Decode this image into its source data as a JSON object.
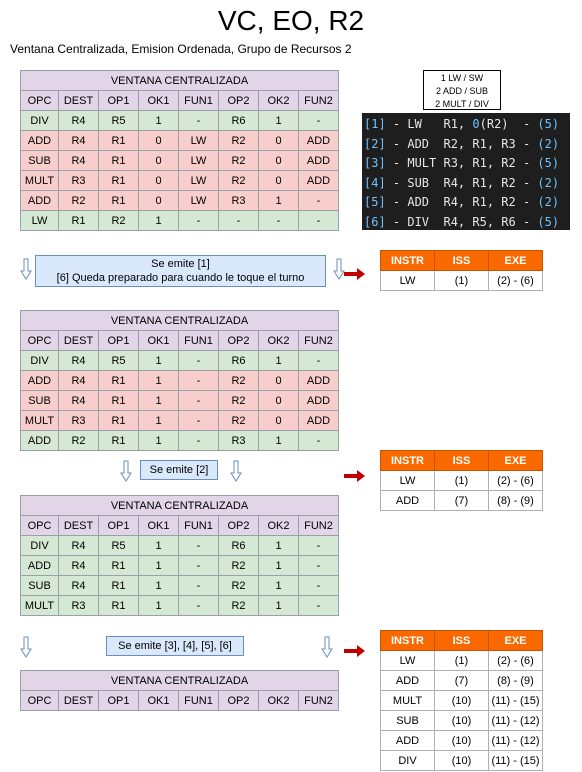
{
  "title": "VC, EO, R2",
  "subtitle": "Ventana Centralizada, Emision Ordenada, Grupo de Recursos 2",
  "legend": [
    "1 LW / SW",
    "2 ADD / SUB",
    "2 MULT / DIV"
  ],
  "code": [
    {
      "idx": "[1]",
      "text": " - LW   R1, ",
      "zero": "0",
      "rest": "(R2)  - ",
      "lat": "(5)"
    },
    {
      "idx": "[2]",
      "text": " - ADD  R2, R1, R3 - ",
      "zero": "",
      "rest": "",
      "lat": "(2)"
    },
    {
      "idx": "[3]",
      "text": " - MULT R3, R1, R2 - ",
      "zero": "",
      "rest": "",
      "lat": "(5)"
    },
    {
      "idx": "[4]",
      "text": " - SUB  R4, R1, R2 - ",
      "zero": "",
      "rest": "",
      "lat": "(2)"
    },
    {
      "idx": "[5]",
      "text": " - ADD  R4, R1, R2 - ",
      "zero": "",
      "rest": "",
      "lat": "(2)"
    },
    {
      "idx": "[6]",
      "text": " - DIV  R4, R5, R6 - ",
      "zero": "",
      "rest": "",
      "lat": "(5)"
    }
  ],
  "window_title": "VENTANA CENTRALIZADA",
  "window_headers": [
    "OPC",
    "DEST",
    "OP1",
    "OK1",
    "FUN1",
    "OP2",
    "OK2",
    "FUN2"
  ],
  "windows": [
    {
      "rows": [
        {
          "c": "g",
          "cells": [
            "DIV",
            "R4",
            "R5",
            "1",
            "-",
            "R6",
            "1",
            "-"
          ]
        },
        {
          "c": "r",
          "cells": [
            "ADD",
            "R4",
            "R1",
            "0",
            "LW",
            "R2",
            "0",
            "ADD"
          ]
        },
        {
          "c": "r",
          "cells": [
            "SUB",
            "R4",
            "R1",
            "0",
            "LW",
            "R2",
            "0",
            "ADD"
          ]
        },
        {
          "c": "r",
          "cells": [
            "MULT",
            "R3",
            "R1",
            "0",
            "LW",
            "R2",
            "0",
            "ADD"
          ]
        },
        {
          "c": "r",
          "cells": [
            "ADD",
            "R2",
            "R1",
            "0",
            "LW",
            "R3",
            "1",
            "-"
          ]
        },
        {
          "c": "g",
          "cells": [
            "LW",
            "R1",
            "R2",
            "1",
            "-",
            "-",
            "-",
            "-"
          ]
        }
      ]
    },
    {
      "rows": [
        {
          "c": "g",
          "cells": [
            "DIV",
            "R4",
            "R5",
            "1",
            "-",
            "R6",
            "1",
            "-"
          ]
        },
        {
          "c": "r",
          "cells": [
            "ADD",
            "R4",
            "R1",
            "1",
            "-",
            "R2",
            "0",
            "ADD"
          ]
        },
        {
          "c": "r",
          "cells": [
            "SUB",
            "R4",
            "R1",
            "1",
            "-",
            "R2",
            "0",
            "ADD"
          ]
        },
        {
          "c": "r",
          "cells": [
            "MULT",
            "R3",
            "R1",
            "1",
            "-",
            "R2",
            "0",
            "ADD"
          ]
        },
        {
          "c": "g",
          "cells": [
            "ADD",
            "R2",
            "R1",
            "1",
            "-",
            "R3",
            "1",
            "-"
          ]
        }
      ]
    },
    {
      "rows": [
        {
          "c": "g",
          "cells": [
            "DIV",
            "R4",
            "R5",
            "1",
            "-",
            "R6",
            "1",
            "-"
          ]
        },
        {
          "c": "g",
          "cells": [
            "ADD",
            "R4",
            "R1",
            "1",
            "-",
            "R2",
            "1",
            "-"
          ]
        },
        {
          "c": "g",
          "cells": [
            "SUB",
            "R4",
            "R1",
            "1",
            "-",
            "R2",
            "1",
            "-"
          ]
        },
        {
          "c": "g",
          "cells": [
            "MULT",
            "R3",
            "R1",
            "1",
            "-",
            "R2",
            "1",
            "-"
          ]
        }
      ]
    },
    {
      "rows": []
    }
  ],
  "notes": [
    {
      "lines": [
        "Se emite [1]",
        "[6] Queda preparado para cuando le toque el turno"
      ]
    },
    {
      "lines": [
        "Se emite [2]"
      ]
    },
    {
      "lines": [
        "Se emite [3], [4], [5], [6]"
      ]
    }
  ],
  "result_headers": [
    "INSTR",
    "ISS",
    "EXE"
  ],
  "results": [
    {
      "rows": [
        [
          "LW",
          "(1)",
          "(2) - (6)"
        ]
      ]
    },
    {
      "rows": [
        [
          "LW",
          "(1)",
          "(2) - (6)"
        ],
        [
          "ADD",
          "(7)",
          "(8) - (9)"
        ]
      ]
    },
    {
      "rows": [
        [
          "LW",
          "(1)",
          "(2) - (6)"
        ],
        [
          "ADD",
          "(7)",
          "(8) - (9)"
        ],
        [
          "MULT",
          "(10)",
          "(11) - (15)"
        ],
        [
          "SUB",
          "(10)",
          "(11) - (12)"
        ],
        [
          "ADD",
          "(10)",
          "(11) - (12)"
        ],
        [
          "DIV",
          "(10)",
          "(11) - (15)"
        ]
      ]
    }
  ],
  "colors": {
    "header": "#e1d5e7",
    "ready": "#d5e8d4",
    "waiting": "#f8cecc",
    "result_header": "#fa6800",
    "note": "#dae8fc",
    "arrow": "#c00000",
    "down_arrow": "#6c8ebf"
  }
}
